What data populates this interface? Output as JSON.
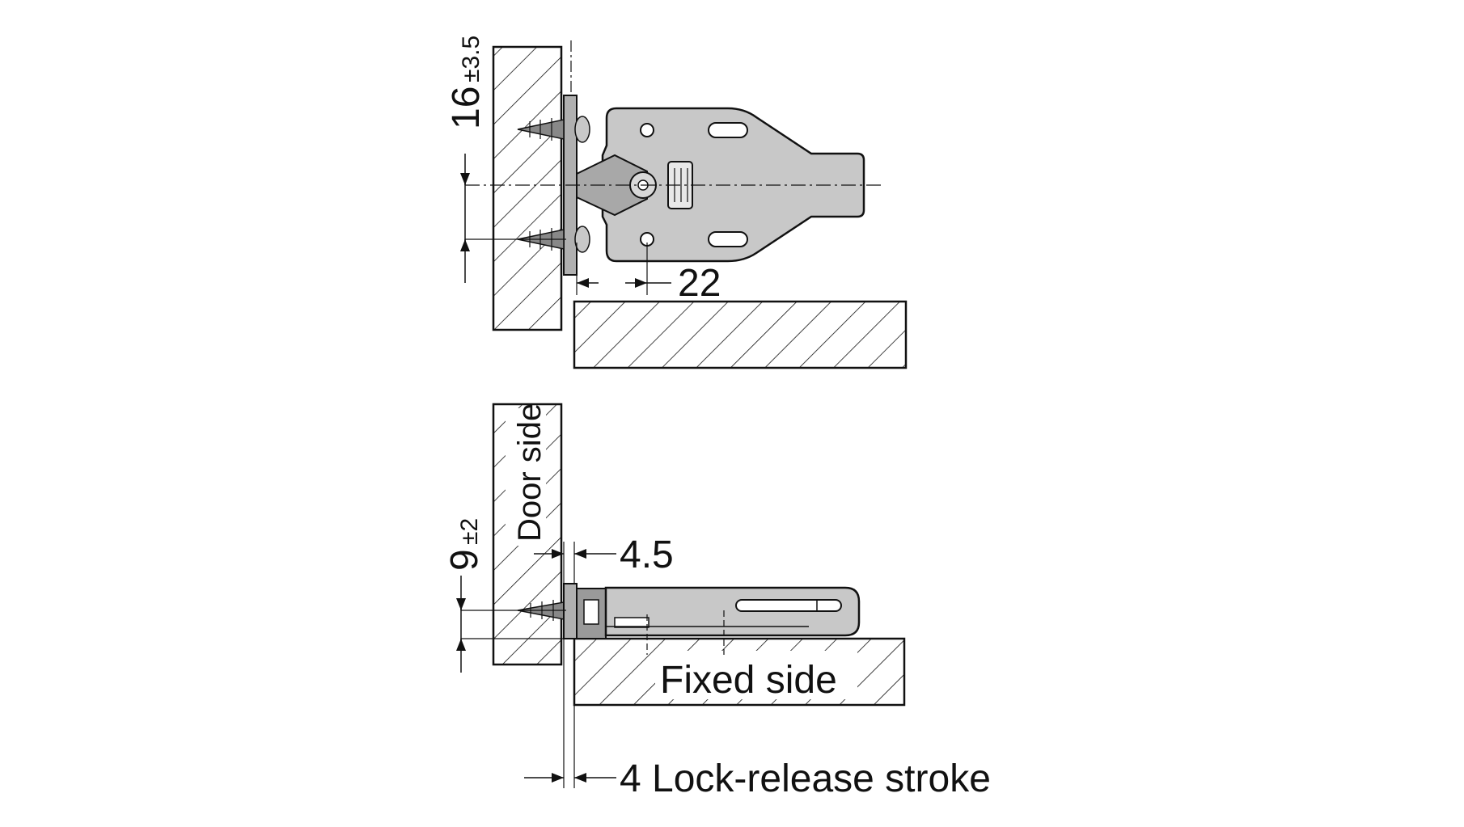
{
  "top_view": {
    "dim_height_value": "16",
    "dim_height_tolerance": "±3.5",
    "dim_depth_value": "22"
  },
  "side_view": {
    "door_side_label": "Door side",
    "fixed_side_label": "Fixed side",
    "dim_offset_value": "9",
    "dim_offset_tolerance": "±2",
    "dim_gap_value": "4.5",
    "dim_stroke_label": "4 Lock-release stroke"
  },
  "colors": {
    "line": "#111111",
    "part_fill": "#c8c8c8",
    "part_fill_dark": "#9a9a9a",
    "background": "#ffffff"
  }
}
